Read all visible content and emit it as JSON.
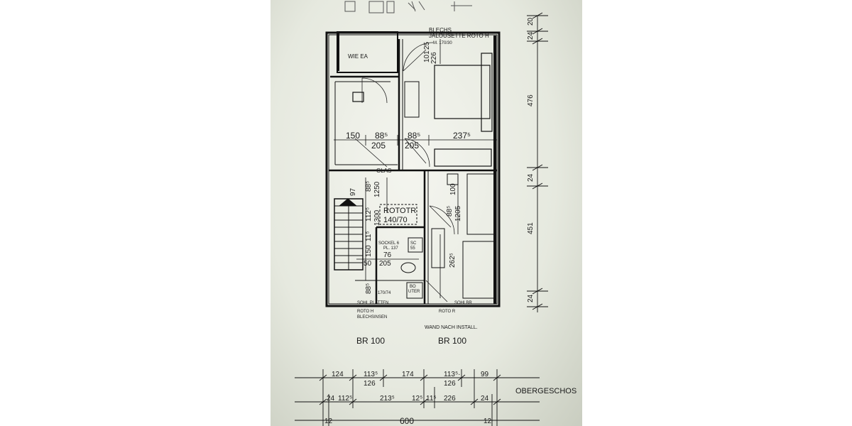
{
  "plan": {
    "floor_title": "OBERGESCHOS",
    "window_labels": {
      "left": "BR 100",
      "right": "BR 100"
    },
    "notes": {
      "wie_ea": "WIE EA",
      "blechs": "BLECHS",
      "jalousette": "JALOUSETTE ROTO H",
      "glas": "GLAS",
      "rototr": "ROTOTR",
      "rototr_size": "140/70",
      "sockel": "SOCKEL 6",
      "sockel_val": "PL. 137",
      "sc": "SC",
      "sc_val": "55",
      "boiler": "BO",
      "boiler2": "UTER",
      "sink_dim": "170/74",
      "sill_left": "SOHL PLATTEN",
      "sill_right": "SOHLBR",
      "roto_left": "ROTO H",
      "blechsinsen": "BLECHSINSEN",
      "roto_right": "ROTO R",
      "wand": "WAND NACH INSTALL.",
      "top_small": "M. 170/30"
    },
    "room_dims": {
      "d150": "150",
      "d88a": "88⁵",
      "d205a": "205",
      "d88b": "88⁵",
      "d205b": "205",
      "d237": "237⁵",
      "d101": "101",
      "d25": "25",
      "d226": "226",
      "d97": "97",
      "d885a": "88⁵",
      "d1250": "1250",
      "d1125": "112⁵",
      "d1300": "1300",
      "d100": "100",
      "d885b": "88⁵",
      "d1205": "1205",
      "d150b": "150",
      "d115": "11⁵",
      "d76": "76",
      "d50": "50",
      "d205c": "205",
      "d262": "262⁵",
      "d885c": "88⁵"
    },
    "right_dims": [
      "20",
      "24",
      "476",
      "24",
      "451",
      "24"
    ],
    "bottom_row1": [
      "124",
      "113⁵",
      "174",
      "113⁵·",
      "99"
    ],
    "bottom_row1b": [
      "126",
      "126"
    ],
    "bottom_row2": [
      "24",
      "112⁵",
      "213⁵",
      "12⁵",
      "11⁵",
      "226",
      "24"
    ],
    "bottom_row3": [
      "12",
      "600",
      "12"
    ]
  }
}
